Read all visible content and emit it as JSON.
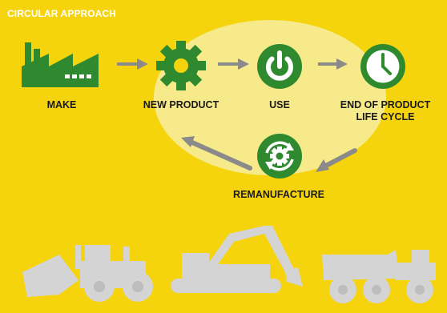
{
  "section_title": "CIRCULAR APPROACH",
  "stages": [
    {
      "label": "MAKE",
      "icon": "factory-icon"
    },
    {
      "label": "NEW PRODUCT",
      "icon": "gear-icon"
    },
    {
      "label": "USE",
      "icon": "power-icon"
    },
    {
      "label_line1": "END OF PRODUCT",
      "label_line2": "LIFE CYCLE",
      "icon": "clock-icon"
    },
    {
      "label": "REMANUFACTURE",
      "icon": "recycle-gear-icon"
    }
  ],
  "colors": {
    "background": "#f5d40d",
    "highlight": "#f7ea8a",
    "icon_green": "#2f8a2f",
    "arrow_gray": "#8a8a8a",
    "equipment_gray": "#d4d4d4"
  }
}
